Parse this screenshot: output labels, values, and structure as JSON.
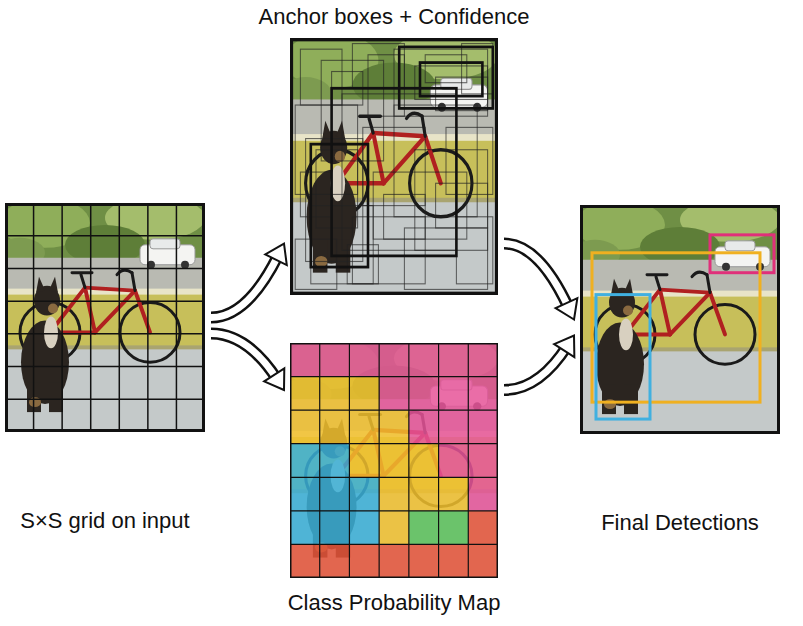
{
  "diagram": {
    "nodes": [
      {
        "text": [
          "S×S grid on input"
        ]
      },
      {
        "text": [
          "Anchor boxes + Confidence"
        ]
      },
      {
        "text": [
          "Class Probability Map"
        ]
      },
      {
        "text": [
          "Final Detections"
        ]
      }
    ],
    "edges": [
      {
        "from": 0,
        "to": 1,
        "arrow": "to"
      },
      {
        "from": 0,
        "to": 2,
        "arrow": "to"
      },
      {
        "from": 1,
        "to": 3,
        "arrow": "to"
      },
      {
        "from": 2,
        "to": 3,
        "arrow": "to"
      }
    ]
  }
}
